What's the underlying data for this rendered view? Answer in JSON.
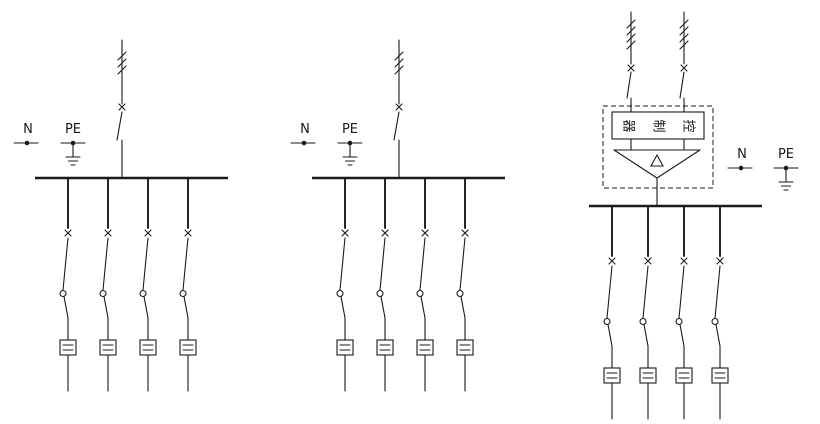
{
  "diagram": {
    "labels": {
      "n": "N",
      "pe": "PE"
    },
    "controller": {
      "label": "控制器",
      "chars": [
        "器",
        "制",
        "控"
      ]
    },
    "colors": {
      "line": "#1a1a1a",
      "background": "#ffffff"
    },
    "panels": [
      {
        "name": "distribution-panel-1",
        "incomings": 1,
        "feeders": 4
      },
      {
        "name": "distribution-panel-2",
        "incomings": 1,
        "feeders": 4
      },
      {
        "name": "ats-panel",
        "incomings": 2,
        "feeders": 4
      }
    ]
  }
}
